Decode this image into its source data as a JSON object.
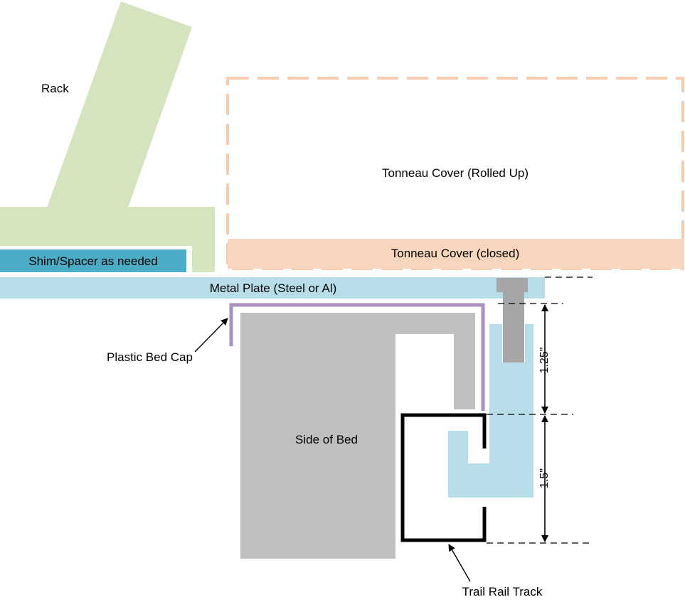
{
  "labels": {
    "rack": "Rack",
    "tonneau_rolled": "Tonneau Cover (Rolled Up)",
    "tonneau_closed": "Tonneau Cover (closed)",
    "shim": "Shim/Spacer as needed",
    "metal_plate": "Metal Plate (Steel or Al)",
    "plastic_bed_cap": "Plastic Bed Cap",
    "side_of_bed": "Side of Bed",
    "trail_rail_track": "Trail Rail Track"
  },
  "dimensions": {
    "upper": "1.25\"",
    "lower": "1.5\""
  },
  "colors": {
    "rack": "#d6e3bf",
    "tonneau_rolled_outline": "#f6cdb0",
    "tonneau_closed": "#f8d5bd",
    "shim": "#4bacc6",
    "metal_plate": "#b7dde8",
    "bolt": "#a6a6a6",
    "bed": "#bfbfbf",
    "bed_cap": "#a990c0",
    "track": "#000000",
    "clamp": "#b7dde8"
  }
}
